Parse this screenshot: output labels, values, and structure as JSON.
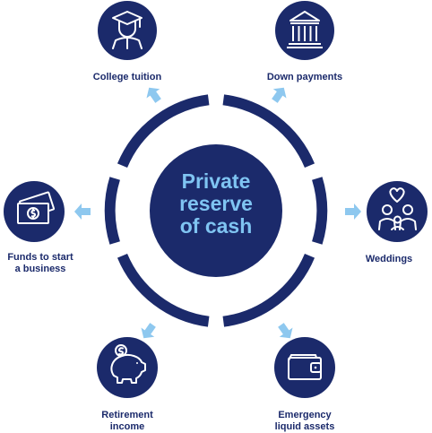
{
  "center": {
    "text": "Private\nreserve\nof cash"
  },
  "items": [
    {
      "label": "College tuition",
      "icon": "graduate-icon"
    },
    {
      "label": "Down payments",
      "icon": "bank-building-icon"
    },
    {
      "label": "Weddings",
      "icon": "family-heart-icon"
    },
    {
      "label": "Emergency\nliquid assets",
      "icon": "wallet-icon"
    },
    {
      "label": "Retirement\nincome",
      "icon": "piggy-bank-icon"
    },
    {
      "label": "Funds to start\na business",
      "icon": "cash-stack-icon"
    }
  ],
  "colors": {
    "navy": "#1b2a6b",
    "accent": "#7fc4f2",
    "arrow": "#8ec8ef",
    "white": "#ffffff"
  }
}
